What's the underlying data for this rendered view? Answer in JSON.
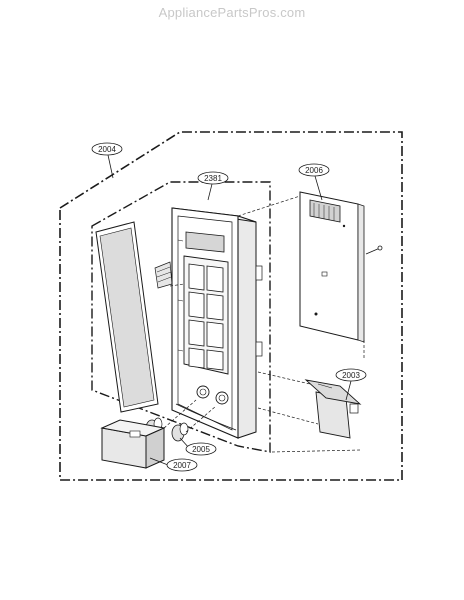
{
  "watermark": "AppliancePartsPros.com",
  "callouts": {
    "c2004": "2004",
    "c2381": "2381",
    "c2006": "2006",
    "c2003": "2003",
    "c2005": "2005",
    "c2007": "2007"
  },
  "colors": {
    "line": "#1a1a1a",
    "part_gray": "#d9d9d9",
    "background": "#ffffff"
  }
}
